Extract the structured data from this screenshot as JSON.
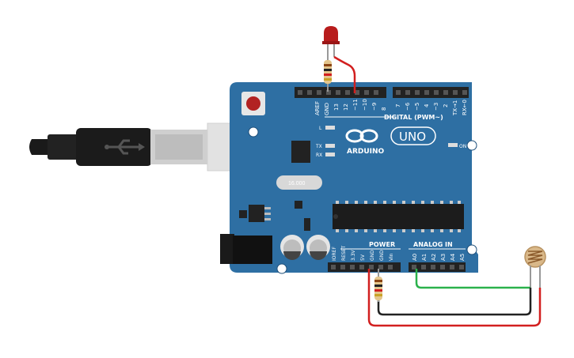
{
  "board": {
    "brand": "ARDUINO",
    "model": "UNO",
    "digital_header": "DIGITAL (PWM~)",
    "power_header": "POWER",
    "analog_header": "ANALOG IN",
    "led_l": "L",
    "led_tx": "TX",
    "led_rx": "RX",
    "on_label": "ON",
    "crystal": "16.000",
    "digital_pins": [
      "AREF",
      "GND",
      "13",
      "12",
      "~11",
      "~10",
      "~9",
      "8",
      "7",
      "~6",
      "~5",
      "4",
      "~3",
      "2",
      "TX→1",
      "RX←0"
    ],
    "power_pins": [
      "IOREF",
      "RESET",
      "3.3V",
      "5V",
      "GND",
      "GND",
      "Vin"
    ],
    "analog_pins": [
      "A0",
      "A1",
      "A2",
      "A3",
      "A4",
      "A5"
    ]
  },
  "components": {
    "usb": "usb-b-cable",
    "led": "red-led",
    "photoresistor": "photoresistor",
    "resistors": [
      "led-resistor",
      "ldr-resistor"
    ]
  },
  "colors": {
    "board": "#2e6fa3",
    "wire_red": "#d21f1f",
    "wire_black": "#222222",
    "wire_green": "#2bb24c",
    "led": "#b81c1c"
  }
}
